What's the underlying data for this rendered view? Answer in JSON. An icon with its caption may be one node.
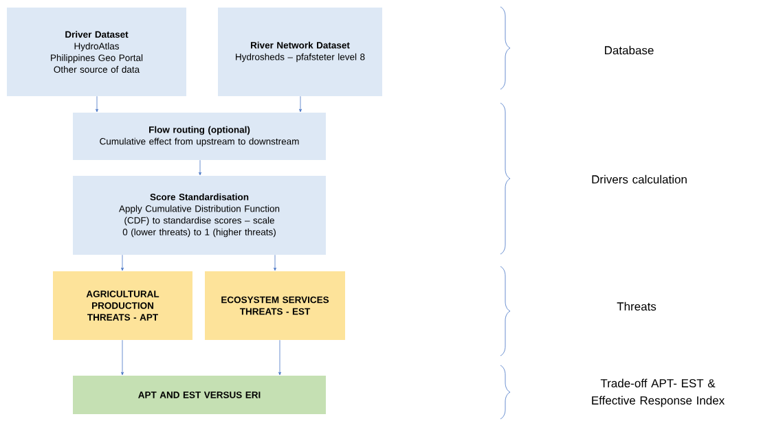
{
  "diagram": {
    "nodes": [
      {
        "text": [
          "Driver Dataset",
          "HydroAtlas",
          "Philippines Geo Portal",
          "Other source of data"
        ]
      },
      {
        "text": [
          "River Network Dataset",
          "Hydrosheds – pfafsteter level 8"
        ]
      },
      {
        "text": [
          "Flow routing (optional)",
          "Cumulative effect from upstream to downstream"
        ]
      },
      {
        "text": [
          "Score Standardisation",
          "Apply Cumulative Distribution Function (CDF) to standardise scores – scale 0 (lower threats) to 1 (higher threats)"
        ]
      },
      {
        "text": [
          "AGRICULTURAL PRODUCTION THREATS - APT"
        ]
      },
      {
        "text": [
          "ECOSYSTEM SERVICES THREATS - EST"
        ]
      },
      {
        "text": [
          "APT AND EST VERSUS ERI"
        ]
      }
    ],
    "edges": [
      {
        "from": 0,
        "to": 2,
        "arrow": "to"
      },
      {
        "from": 1,
        "to": 2,
        "arrow": "to"
      },
      {
        "from": 2,
        "to": 3,
        "arrow": "to"
      },
      {
        "from": 3,
        "to": 4,
        "arrow": "to"
      },
      {
        "from": 3,
        "to": 5,
        "arrow": "to"
      },
      {
        "from": 4,
        "to": 6,
        "arrow": "to"
      },
      {
        "from": 5,
        "to": 6,
        "arrow": "to"
      }
    ],
    "labels": [
      "Database",
      "Drivers calculation",
      "Threats",
      "Trade-off APT- EST & Effective Response Index"
    ]
  }
}
